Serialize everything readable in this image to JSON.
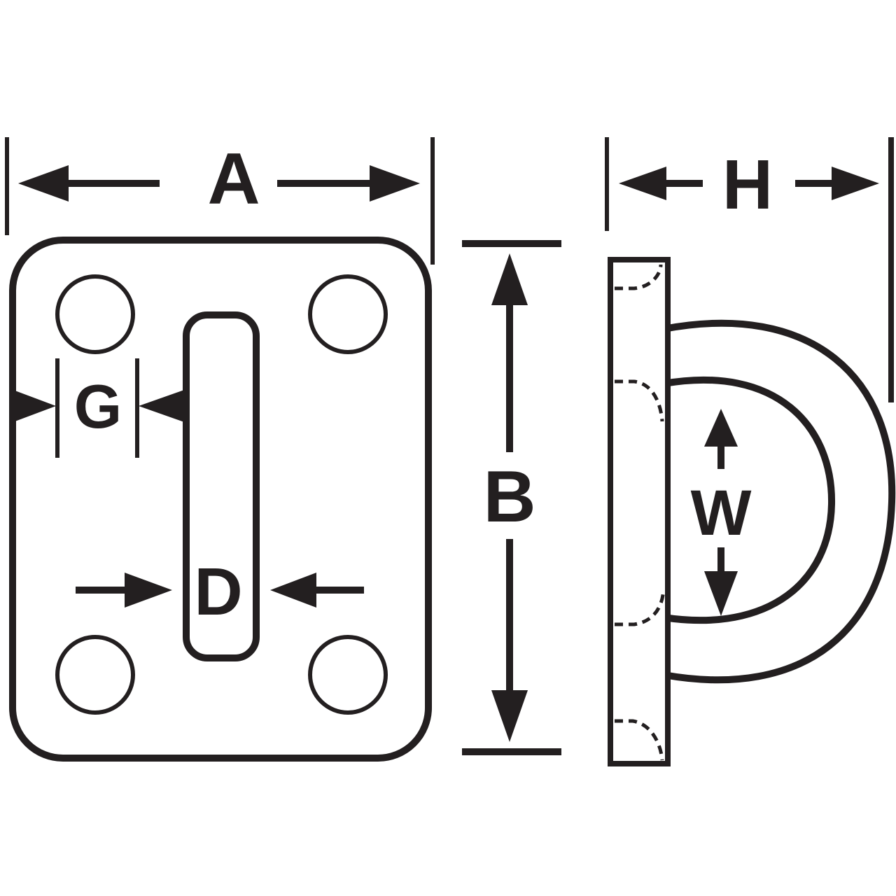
{
  "dimensions": {
    "A": "A",
    "B": "B",
    "D": "D",
    "G": "G",
    "H": "H",
    "W": "W"
  },
  "colors": {
    "ink": "#231f20",
    "background": "#ffffff"
  }
}
